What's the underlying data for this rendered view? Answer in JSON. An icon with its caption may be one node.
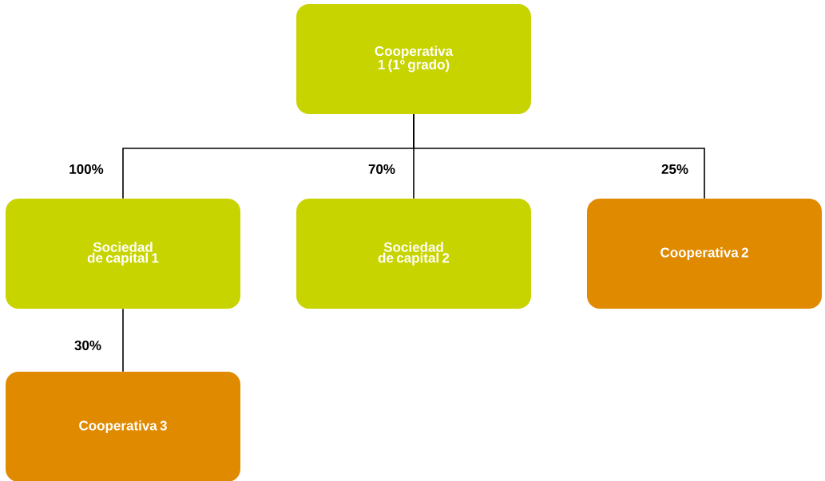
{
  "diagram": {
    "nodes": [
      {
        "text": [
          "Cooperativa 1 (1º grado)"
        ]
      },
      {
        "text": [
          "Sociedad de capital 1"
        ]
      },
      {
        "text": [
          "Sociedad de capital 2"
        ]
      },
      {
        "text": [
          "Cooperativa 2"
        ]
      },
      {
        "text": [
          "Cooperativa 3"
        ]
      }
    ],
    "edges": [
      {
        "from": 0,
        "to": 1,
        "arrow": "none",
        "label": "100%"
      },
      {
        "from": 0,
        "to": 2,
        "arrow": "none",
        "label": "70%"
      },
      {
        "from": 0,
        "to": 3,
        "arrow": "none",
        "label": "25%"
      },
      {
        "from": 1,
        "to": 4,
        "arrow": "none",
        "label": "30%"
      }
    ]
  }
}
